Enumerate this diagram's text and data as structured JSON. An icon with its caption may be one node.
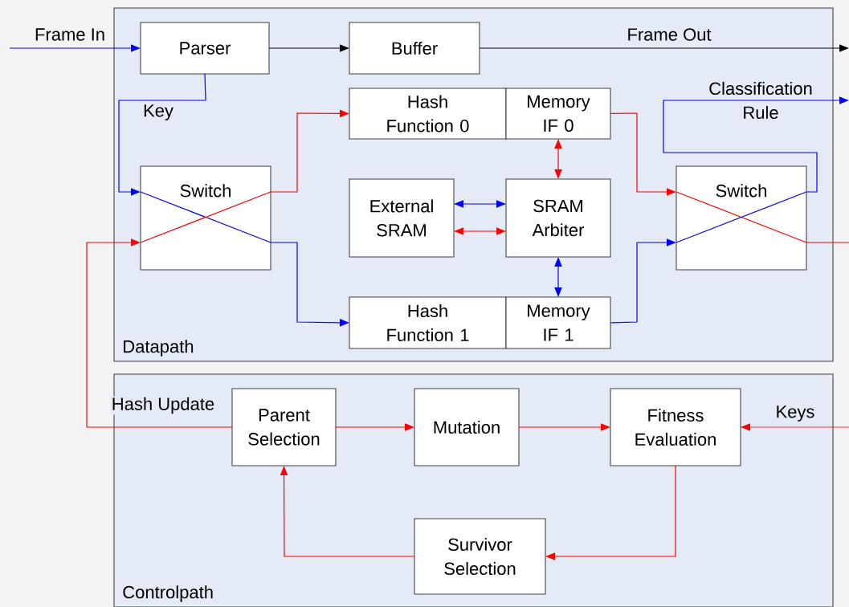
{
  "diagram": {
    "nodes": [
      {
        "text": [
          "Datapath"
        ]
      },
      {
        "text": [
          "Controlpath"
        ]
      },
      {
        "text": [
          "Parser"
        ],
        "in": 0
      },
      {
        "text": [
          "Buffer"
        ],
        "in": 0
      },
      {
        "text": [
          "Switch"
        ],
        "in": 0
      },
      {
        "text": [
          "Hash Function 0"
        ],
        "in": 0
      },
      {
        "text": [
          "Memory IF 0"
        ],
        "in": 0
      },
      {
        "text": [
          "External SRAM"
        ],
        "in": 0
      },
      {
        "text": [
          "SRAM Arbiter"
        ],
        "in": 0
      },
      {
        "text": [
          "Hash Function 1"
        ],
        "in": 0
      },
      {
        "text": [
          "Memory IF 1"
        ],
        "in": 0
      },
      {
        "text": [
          "Switch"
        ],
        "in": 0
      },
      {
        "text": [
          "Parent Selection"
        ],
        "in": 1
      },
      {
        "text": [
          "Mutation"
        ],
        "in": 1
      },
      {
        "text": [
          "Fitness Evaluation"
        ],
        "in": 1
      },
      {
        "text": [
          "Survivor Selection"
        ],
        "in": 1
      }
    ],
    "edges": [
      {
        "from": null,
        "to": 2,
        "arrow": "to",
        "label": "Frame In",
        "color": "#0000ff"
      },
      {
        "from": 2,
        "to": 3,
        "arrow": "to",
        "color": "#000000"
      },
      {
        "from": 3,
        "to": null,
        "arrow": "to",
        "label": "Frame Out",
        "color": "#000000"
      },
      {
        "from": 2,
        "to": 4,
        "arrow": "to",
        "label": "Key",
        "color": "#0000ff"
      },
      {
        "from": 4,
        "to": 5,
        "arrow": "to"
      },
      {
        "from": 4,
        "to": 9,
        "arrow": "to",
        "color": "#0000ff"
      },
      {
        "from": 6,
        "to": 11,
        "arrow": "to"
      },
      {
        "from": 10,
        "to": 11,
        "arrow": "to",
        "color": "#0000ff"
      },
      {
        "from": 11,
        "to": null,
        "arrow": "to",
        "label": "Classification Rule",
        "color": "#0000ff"
      },
      {
        "from": 11,
        "to": null,
        "arrow": "none"
      },
      {
        "from": 7,
        "to": 8,
        "arrow": "both",
        "color": "#0000ff"
      },
      {
        "from": 7,
        "to": 8,
        "arrow": "both"
      },
      {
        "from": 6,
        "to": 8,
        "arrow": "both"
      },
      {
        "from": 8,
        "to": 10,
        "arrow": "both",
        "color": "#0000ff"
      },
      {
        "from": 12,
        "to": 4,
        "arrow": "to",
        "label": "Hash Update"
      },
      {
        "from": null,
        "to": 14,
        "arrow": "to",
        "label": "Keys"
      },
      {
        "from": 12,
        "to": 13,
        "arrow": "to"
      },
      {
        "from": 13,
        "to": 14,
        "arrow": "to"
      },
      {
        "from": 14,
        "to": 15,
        "arrow": "to"
      },
      {
        "from": 15,
        "to": 12,
        "arrow": "to"
      }
    ]
  }
}
